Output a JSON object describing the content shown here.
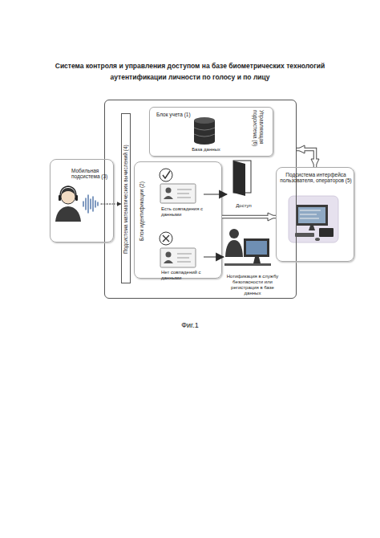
{
  "diagram": {
    "title": "Система контроля и управления доступом на базе биометрических технологий аутентификации личности по голосу и по лицу",
    "caption": "Фиг.1",
    "nodes": [
      {
        "text": [
          "Управляющая подсистема (6)"
        ]
      },
      {
        "text": [
          "Мобильная подсистема (3)"
        ]
      },
      {
        "text": [
          "Подсистема математических вычислений (4)"
        ],
        "in": 0
      },
      {
        "text": [
          "Блок учета (1)",
          "База данных"
        ],
        "in": 0
      },
      {
        "text": [
          "Блок идентификации (2)"
        ],
        "in": 0
      },
      {
        "text": [
          "Есть совпадения с данными"
        ],
        "in": 4
      },
      {
        "text": [
          "Нет совпадений с данными"
        ],
        "in": 4
      },
      {
        "text": [
          "Доступ"
        ],
        "in": 0
      },
      {
        "text": [
          "Нотификация в службу безопасности или регистрация в базе данных"
        ],
        "in": 0
      },
      {
        "text": [
          "Подсистема интерфейса пользователя, операторов (5)"
        ]
      }
    ],
    "edges": [
      {
        "from": 1,
        "to": 2,
        "arrow": "to"
      },
      {
        "from": 5,
        "to": 7,
        "arrow": "to"
      },
      {
        "from": 6,
        "to": 8,
        "arrow": "to"
      },
      {
        "from": 4,
        "to": 9,
        "arrow": "to"
      },
      {
        "from": 0,
        "to": 9,
        "arrow": "both"
      }
    ]
  }
}
